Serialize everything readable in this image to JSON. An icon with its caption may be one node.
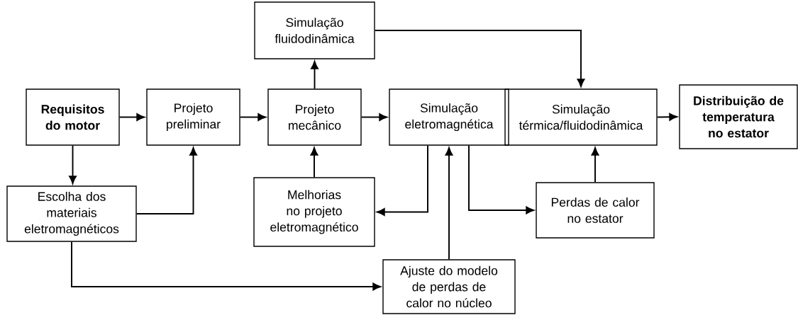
{
  "diagram": {
    "nodes": [
      {
        "text": [
          "Requisitos do motor"
        ]
      },
      {
        "text": [
          "Projeto preliminar"
        ]
      },
      {
        "text": [
          "Simulação fluidodinâmica"
        ]
      },
      {
        "text": [
          "Projeto mecânico"
        ]
      },
      {
        "text": [
          "Simulação eletromagnética"
        ]
      },
      {
        "text": [
          "Simulação térmica/fluidodinâmica"
        ]
      },
      {
        "text": [
          "Distribuição de temperatura no estator"
        ]
      },
      {
        "text": [
          "Escolha dos materiais eletromagnéticos"
        ]
      },
      {
        "text": [
          "Melhorias no projeto eletromagnético"
        ]
      },
      {
        "text": [
          "Perdas de calor no estator"
        ]
      },
      {
        "text": [
          "Ajuste do modelo de perdas de calor no núcleo"
        ]
      }
    ],
    "edges": [
      {
        "from": 0,
        "to": 1,
        "arrow": "to"
      },
      {
        "from": 1,
        "to": 3,
        "arrow": "to"
      },
      {
        "from": 3,
        "to": 4,
        "arrow": "to"
      },
      {
        "from": 3,
        "to": 2,
        "arrow": "to"
      },
      {
        "from": 2,
        "to": 5,
        "arrow": "to"
      },
      {
        "from": 5,
        "to": 6,
        "arrow": "to"
      },
      {
        "from": 0,
        "to": 7,
        "arrow": "to"
      },
      {
        "from": 7,
        "to": 1,
        "arrow": "to"
      },
      {
        "from": 8,
        "to": 3,
        "arrow": "to"
      },
      {
        "from": 4,
        "to": 8,
        "arrow": "to"
      },
      {
        "from": 4,
        "to": 9,
        "arrow": "to"
      },
      {
        "from": 9,
        "to": 5,
        "arrow": "to"
      },
      {
        "from": 10,
        "to": 4,
        "arrow": "to"
      },
      {
        "from": 7,
        "to": 10,
        "arrow": "to"
      }
    ]
  }
}
